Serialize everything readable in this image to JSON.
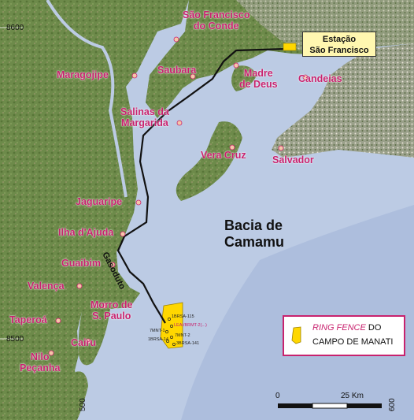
{
  "map": {
    "cities": [
      {
        "id": "sao-francisco-do-conde",
        "lines": [
          "São Francisco",
          "do Conde"
        ]
      },
      {
        "id": "maragojipe",
        "lines": [
          "Maragojipe"
        ]
      },
      {
        "id": "saubara",
        "lines": [
          "Saubara"
        ]
      },
      {
        "id": "madre-de-deus",
        "lines": [
          "Madre",
          "de Deus"
        ]
      },
      {
        "id": "candeias",
        "lines": [
          "Candeias"
        ]
      },
      {
        "id": "salinas-da-margarida",
        "lines": [
          "Salinas da",
          "Margarida"
        ]
      },
      {
        "id": "vera-cruz",
        "lines": [
          "Vera Cruz"
        ]
      },
      {
        "id": "salvador",
        "lines": [
          "Salvador"
        ]
      },
      {
        "id": "jaguaripe",
        "lines": [
          "Jaguaripe"
        ]
      },
      {
        "id": "ilha-dajuda",
        "lines": [
          "Ilha d'Ajuda"
        ]
      },
      {
        "id": "guaibim",
        "lines": [
          "Guaibim"
        ]
      },
      {
        "id": "valenca",
        "lines": [
          "Valença"
        ]
      },
      {
        "id": "morro-de-sao-paulo",
        "lines": [
          "Morro de",
          "S. Paulo"
        ]
      },
      {
        "id": "taperoa",
        "lines": [
          "Taperoá"
        ]
      },
      {
        "id": "cairu",
        "lines": [
          "Cairu"
        ]
      },
      {
        "id": "nilo-pecanha",
        "lines": [
          "Nilo",
          "Peçanha"
        ]
      }
    ],
    "station": {
      "line1": "Estação",
      "line2": "São Francisco"
    },
    "basin": {
      "line1": "Bacia de",
      "line2": "Camamu"
    },
    "pipeline_label": "Gasoduto",
    "grid_labels": {
      "n8600": "8600",
      "n8500": "8500",
      "e500": "500",
      "e600": "600"
    },
    "wells": [
      "1BRSA-115",
      "LEAI/BRMT-2(...)",
      "7MNT-1",
      "7MNT-2",
      "1BRSA-14",
      "3BRSA-141"
    ],
    "legend": {
      "italic": "RING FENCE",
      "rest": " DO",
      "line2": "CAMPO DE MANATI"
    },
    "scale": {
      "start": "0",
      "end": "25 Km"
    },
    "colors": {
      "city_label": "#c8226e",
      "ocean": "#b9c9e2",
      "land": "#6f8a4c",
      "field": "#ffd700",
      "pipeline": "#111111"
    }
  }
}
